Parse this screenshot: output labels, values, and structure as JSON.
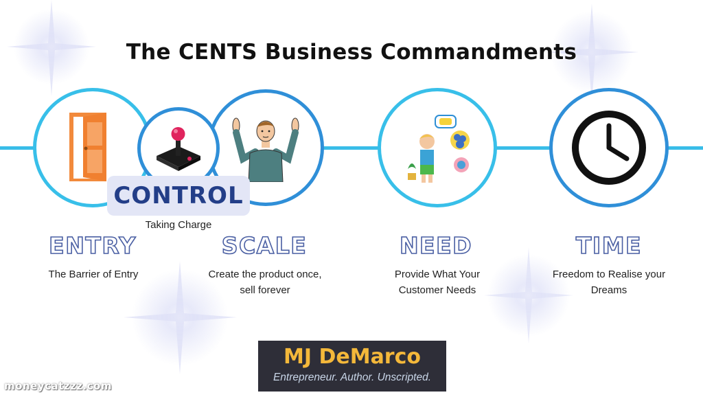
{
  "title": "The CENTS Business Commandments",
  "pillars": [
    {
      "heading": "ENTRY",
      "tagline_lines": [
        "The Barrier of Entry"
      ],
      "icon": "open-door-icon"
    },
    {
      "heading": "CONTROL",
      "tagline_lines": [
        "Taking Charge"
      ],
      "icon": "joystick-icon"
    },
    {
      "heading": "SCALE",
      "tagline_lines": [
        "Create the product once,",
        "sell forever"
      ],
      "icon": "person-hands-up-icon"
    },
    {
      "heading": "NEED",
      "tagline_lines": [
        "Provide What Your",
        "Customer Needs"
      ],
      "icon": "child-thinking-icon"
    },
    {
      "heading": "TIME",
      "tagline_lines": [
        "Freedom to Realise your",
        "Dreams"
      ],
      "icon": "clock-icon"
    }
  ],
  "brand": {
    "name": "MJ DeMarco",
    "subtitle": "Entrepreneur. Author. Unscripted."
  },
  "watermark": "moneycatzzz.com",
  "colors": {
    "connector": "#39bde8",
    "control_badge_bg": "#e3e6f6",
    "control_text": "#233e88",
    "heading_outline": "#4a5fa3",
    "brand_bg": "#2e2e38",
    "brand_name": "#f4b83a"
  }
}
